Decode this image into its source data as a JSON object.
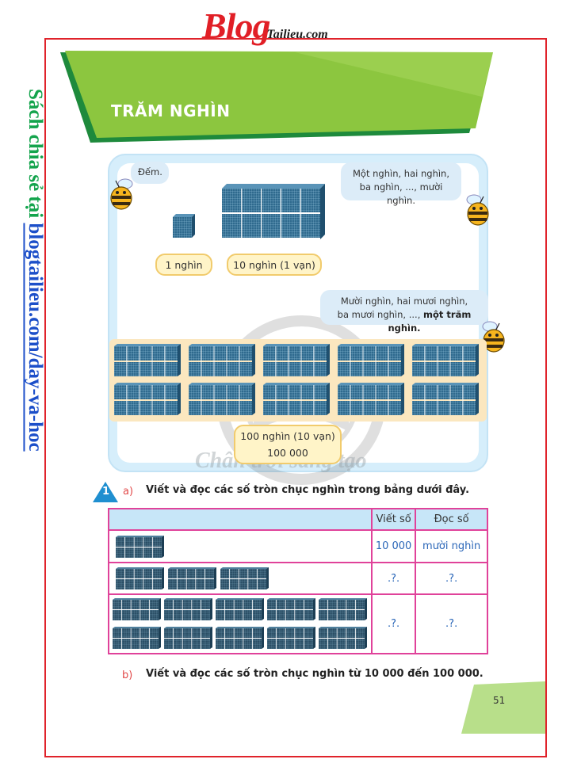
{
  "logo": {
    "brand": "Blog",
    "suffix": "Tailieu.com"
  },
  "side_note": {
    "prefix": "Sách chia sẻ tại ",
    "link": "blogtailieu.com/day-va-hoc"
  },
  "header": {
    "title": "TRĂM NGHÌN"
  },
  "bubbles": {
    "dem": "Đếm.",
    "mot_line1": "Một nghìn, hai nghìn,",
    "mot_line2": "ba nghìn, ..., mười nghìn.",
    "muoi_line1": "Mười nghìn, hai mươi nghìn,",
    "muoi_line2_plain": "ba mươi nghìn, ..., ",
    "muoi_line2_bold": "một trăm nghìn."
  },
  "labels": {
    "one_thousand": "1 nghìn",
    "ten_thousand": "10 nghìn (1 vạn)",
    "hundred_thousand_words": "100 nghìn (10 vạn)",
    "hundred_thousand_digits": "100 000"
  },
  "watermark": {
    "text": "Chân trời sáng tạo"
  },
  "exercise": {
    "number": "1",
    "part_a_marker": "a)",
    "part_a_text": "Viết và đọc các số tròn chục nghìn trong bảng dưới đây.",
    "part_b_marker": "b)",
    "part_b_text": "Viết và đọc các số tròn chục nghìn từ 10 000 đến 100 000."
  },
  "table": {
    "headers": [
      "",
      "Viết số",
      "Đọc số"
    ],
    "rows": [
      {
        "blocks": 1,
        "written": "10 000",
        "read": "mười nghìn"
      },
      {
        "blocks": 3,
        "written": ".?.",
        "read": ".?."
      },
      {
        "blocks": 10,
        "written": ".?.",
        "read": ".?."
      }
    ]
  },
  "page": {
    "number": "51"
  },
  "colors": {
    "frame": "#e0232b",
    "header_green": "#8cc63f",
    "panel_blue": "#d6eefb",
    "label_yellow": "#fff4c8",
    "table_border": "#e0429a",
    "table_header": "#c7e6f8",
    "cube_blue": "#2f6a8e",
    "side_green": "#14a44d",
    "side_link": "#1c4fc9"
  }
}
